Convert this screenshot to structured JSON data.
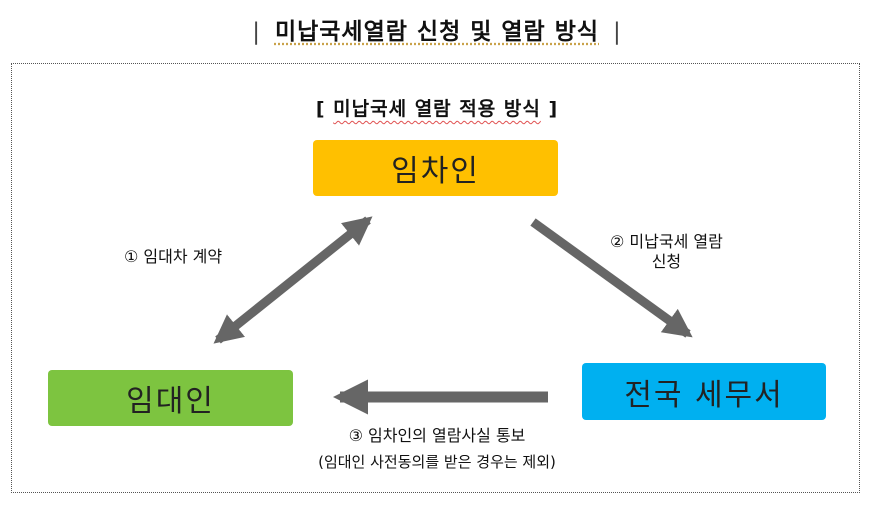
{
  "title": {
    "left_bar": "|",
    "main": "미납국세열람 신청 및 열람 방식",
    "right_bar": "|"
  },
  "subtitle": {
    "open": "[",
    "main": "미납국세 열람 적용 방식",
    "close": "]"
  },
  "nodes": {
    "tenant": "임차인",
    "landlord": "임대인",
    "tax_office": "전국 세무서"
  },
  "edges": {
    "step1": "① 임대차 계약",
    "step2_line1": "② 미납국세 열람",
    "step2_line2": "신청",
    "step3_line1": "③ 임차인의 열람사실 통보",
    "step3_line2": "(임대인 사전동의를 받은 경우는 제외)"
  },
  "colors": {
    "tenant": "#ffc000",
    "landlord": "#7dc440",
    "tax_office": "#00b0f0",
    "arrow": "#666666"
  }
}
